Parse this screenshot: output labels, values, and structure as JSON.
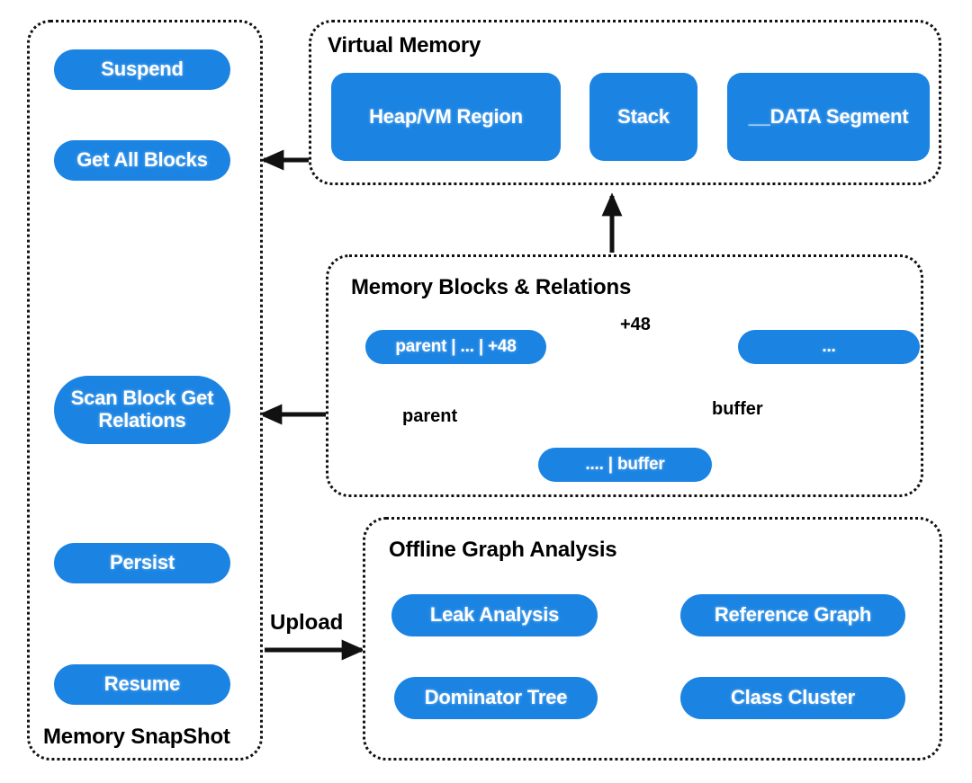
{
  "diagram": {
    "title": "Memory SnapShot pipeline and offline graph analysis",
    "accent_blue": "#1b84e3",
    "stroke_black": "#111111",
    "background": "#ffffff"
  },
  "snapshot_panel": {
    "label": "Memory SnapShot",
    "steps": [
      {
        "label": "Suspend"
      },
      {
        "label": "Get All Blocks"
      },
      {
        "label": "Scan Block Get Relations"
      },
      {
        "label": "Persist"
      },
      {
        "label": "Resume"
      }
    ]
  },
  "virtual_memory_panel": {
    "title": "Virtual Memory",
    "regions": [
      {
        "label": "Heap/VM Region"
      },
      {
        "label": "Stack"
      },
      {
        "label": "__DATA Segment"
      }
    ]
  },
  "memory_blocks_panel": {
    "title": "Memory Blocks & Relations",
    "nodes": [
      {
        "id": "parent-node",
        "label": "parent | ... | +48"
      },
      {
        "id": "target-node",
        "label": "..."
      },
      {
        "id": "buffer-node",
        "label": ".... | buffer"
      }
    ],
    "edges": [
      {
        "id": "edge-plus48",
        "label": "+48",
        "from": "parent-node",
        "to": "target-node"
      },
      {
        "id": "edge-parent",
        "label": "parent",
        "from": "parent-node",
        "to": "buffer-node"
      },
      {
        "id": "edge-buffer",
        "label": "buffer",
        "from": "buffer-node",
        "to": "target-node"
      }
    ]
  },
  "offline_panel": {
    "title": "Offline Graph Analysis",
    "items": [
      {
        "label": "Leak Analysis"
      },
      {
        "label": "Reference Graph"
      },
      {
        "label": "Dominator Tree"
      },
      {
        "label": "Class Cluster"
      }
    ]
  },
  "connectors": {
    "upload_label": "Upload",
    "vm_to_get_all_blocks": "arrow-left",
    "relations_to_scan_block": "arrow-left",
    "blocks_to_virtual_memory": "arrow-up",
    "snapshot_to_offline": "arrow-right"
  }
}
